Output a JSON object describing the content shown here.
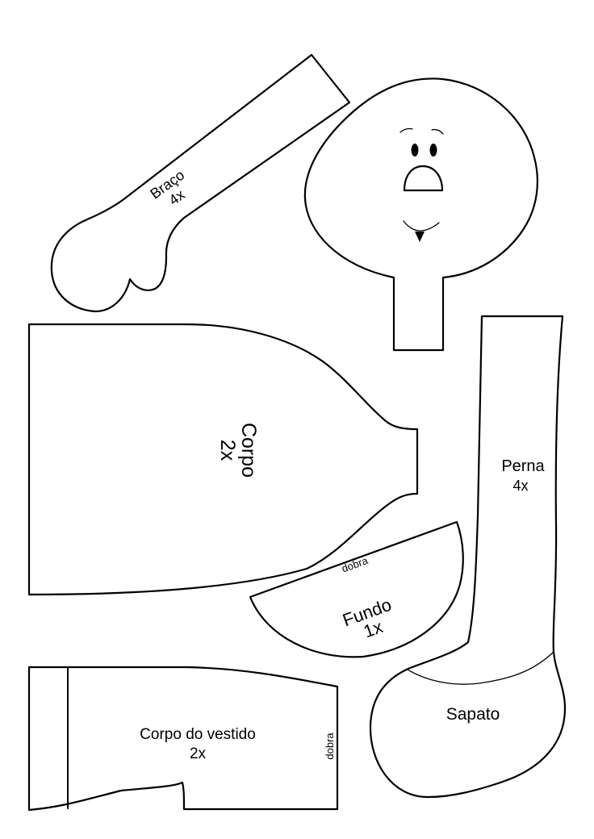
{
  "pieces": {
    "braco": {
      "name": "Braço",
      "qty": "4x"
    },
    "corpo": {
      "name": "Corpo",
      "qty": "2x"
    },
    "perna": {
      "name": "Perna",
      "qty": "4x"
    },
    "sapato": {
      "name": "Sapato"
    },
    "fundo": {
      "name": "Fundo",
      "qty": "1x",
      "fold": "dobra"
    },
    "vestido": {
      "name": "Corpo do vestido",
      "qty": "2x",
      "fold": "dobra"
    }
  },
  "colors": {
    "line": "#000000",
    "paper": "#ffffff"
  }
}
